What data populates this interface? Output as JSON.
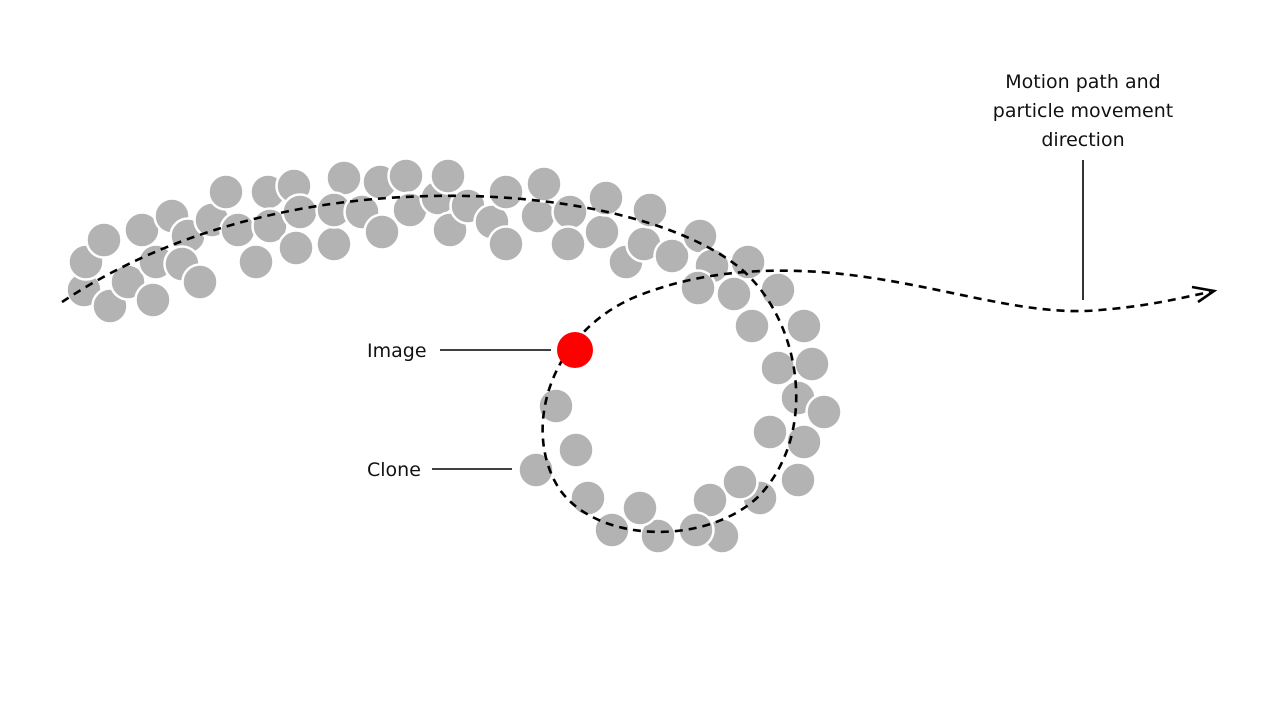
{
  "diagram": {
    "title": "Particle motion path with image and clones",
    "colors": {
      "background": "#ffffff",
      "clone": "#b3b3b3",
      "image": "#ff0000",
      "path": "#000000",
      "text": "#111111"
    },
    "labels": {
      "image": "Image",
      "clone": "Clone",
      "motion_path_line1": "Motion path and",
      "motion_path_line2": "particle movement",
      "motion_path_line3": "direction"
    },
    "legend_items": [
      {
        "name": "image",
        "label": "Image",
        "description": "Original particle image (red)"
      },
      {
        "name": "clone",
        "label": "Clone",
        "description": "Cloned particles (grey)"
      },
      {
        "name": "motion-path",
        "label": "Motion path and particle movement direction",
        "description": "Dashed path with arrow"
      }
    ],
    "clone_count": 96,
    "image_count": 1
  }
}
